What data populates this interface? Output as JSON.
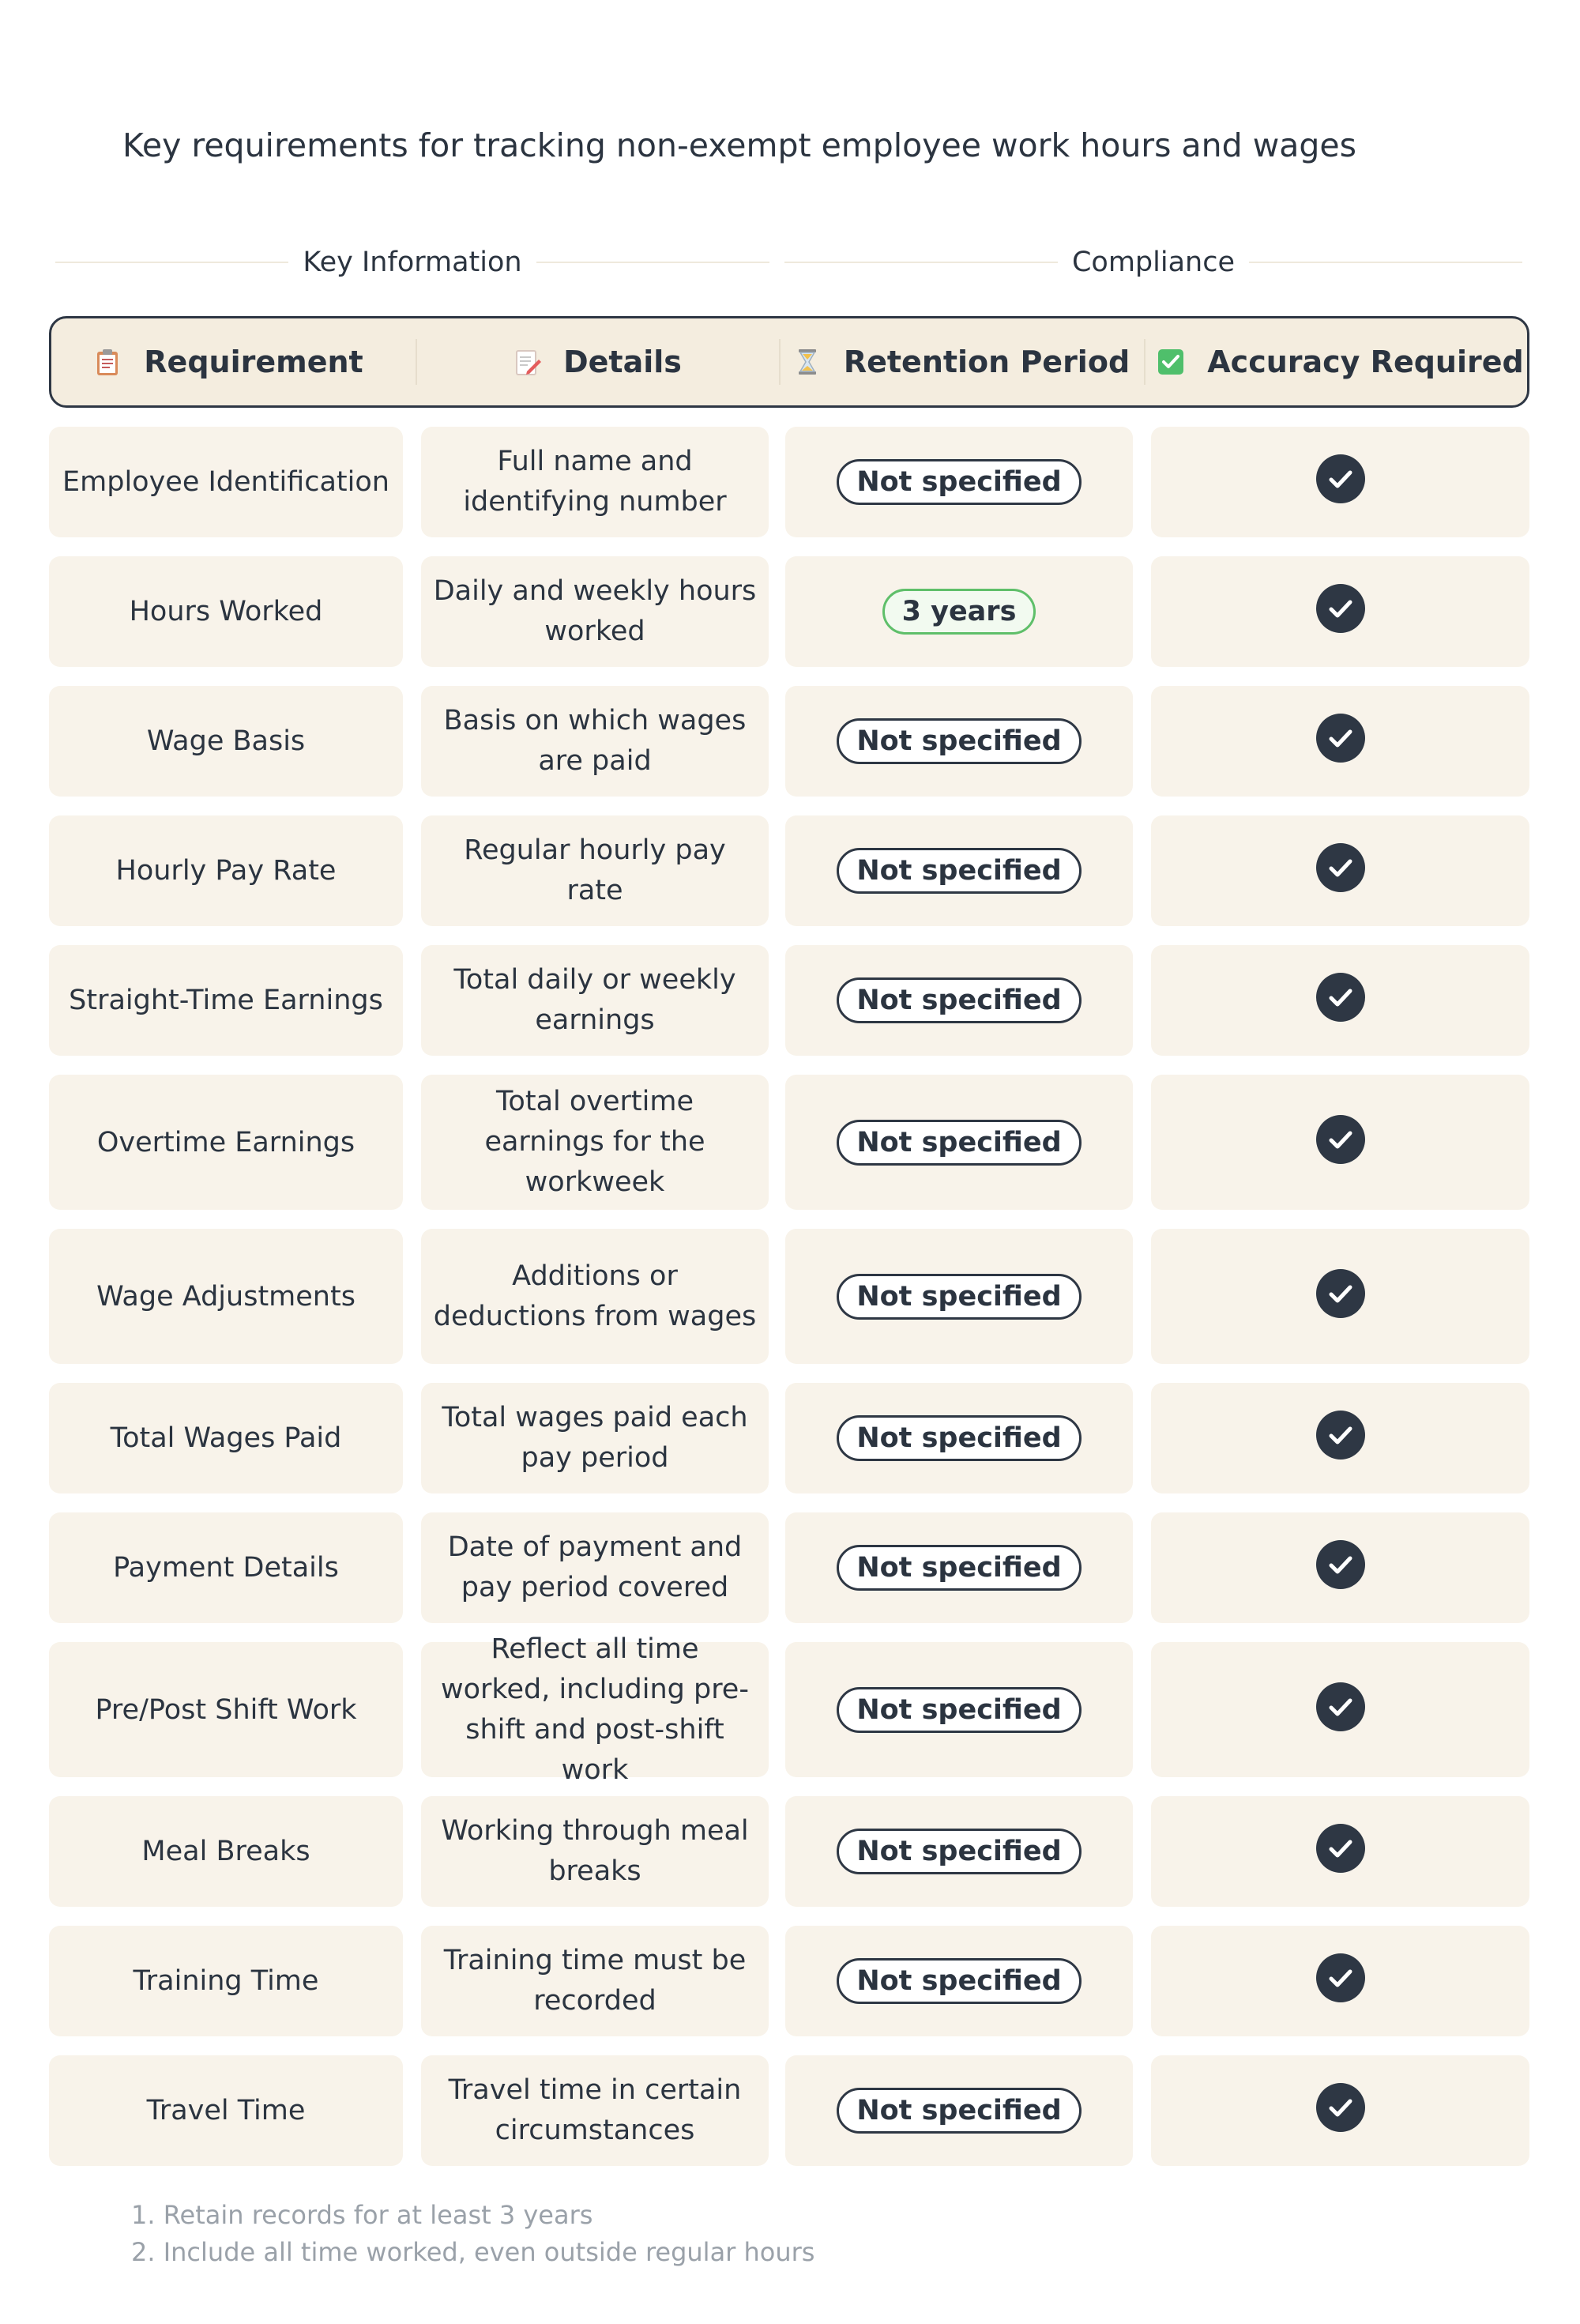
{
  "title": "Key requirements for tracking non-exempt employee work hours and wages",
  "groups": {
    "key_info": "Key Information",
    "compliance": "Compliance"
  },
  "headers": {
    "requirement": "Requirement",
    "details": "Details",
    "retention": "Retention Period",
    "accuracy": "Accuracy Required"
  },
  "icons": {
    "requirement": "clipboard-icon",
    "details": "memo-icon",
    "retention": "hourglass-icon",
    "accuracy": "check-box-icon",
    "row_check": "check-circle-icon"
  },
  "colors": {
    "header_bg": "#f4eddf",
    "cell_bg": "#f8f3ea",
    "dark": "#2e3744",
    "green_pill_border": "#5fbf6a",
    "notes_text": "#9aa1a9"
  },
  "rows": [
    {
      "requirement": "Employee Identification",
      "details": "Full name and identifying number",
      "retention": "Not specified",
      "accuracy": true
    },
    {
      "requirement": "Hours Worked",
      "details": "Daily and weekly hours worked",
      "retention": "3 years",
      "accuracy": true
    },
    {
      "requirement": "Wage Basis",
      "details": "Basis on which wages are paid",
      "retention": "Not specified",
      "accuracy": true
    },
    {
      "requirement": "Hourly Pay Rate",
      "details": "Regular hourly pay rate",
      "retention": "Not specified",
      "accuracy": true
    },
    {
      "requirement": "Straight-Time Earnings",
      "details": "Total daily or weekly earnings",
      "retention": "Not specified",
      "accuracy": true
    },
    {
      "requirement": "Overtime Earnings",
      "details": "Total overtime earnings for the workweek",
      "retention": "Not specified",
      "accuracy": true
    },
    {
      "requirement": "Wage Adjustments",
      "details": "Additions or deductions from wages",
      "retention": "Not specified",
      "accuracy": true
    },
    {
      "requirement": "Total Wages Paid",
      "details": "Total wages paid each pay period",
      "retention": "Not specified",
      "accuracy": true
    },
    {
      "requirement": "Payment Details",
      "details": "Date of payment and pay period covered",
      "retention": "Not specified",
      "accuracy": true
    },
    {
      "requirement": "Pre/Post Shift Work",
      "details": "Reflect all time worked, including pre-shift and post-shift work",
      "retention": "Not specified",
      "accuracy": true
    },
    {
      "requirement": "Meal Breaks",
      "details": "Working through meal breaks",
      "retention": "Not specified",
      "accuracy": true
    },
    {
      "requirement": "Training Time",
      "details": "Training time must be recorded",
      "retention": "Not specified",
      "accuracy": true
    },
    {
      "requirement": "Travel Time",
      "details": "Travel time in certain circumstances",
      "retention": "Not specified",
      "accuracy": true
    }
  ],
  "notes": [
    "1. Retain records for at least 3 years",
    "2. Include all time worked, even outside regular hours"
  ]
}
